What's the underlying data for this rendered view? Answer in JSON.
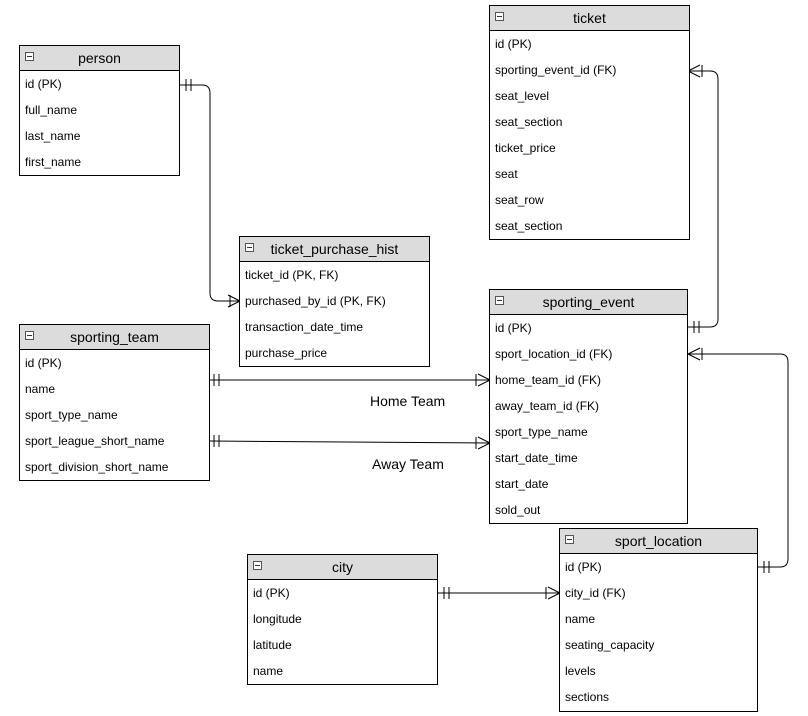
{
  "colors": {
    "header_bg": "#dcdcdc",
    "border": "#000000",
    "line": "#000000"
  },
  "icon": "collapse-minus-icon",
  "entities": {
    "person": {
      "title": "person",
      "attrs": [
        "id (PK)",
        "full_name",
        "last_name",
        "first_name"
      ]
    },
    "ticket": {
      "title": "ticket",
      "attrs": [
        "id (PK)",
        "sporting_event_id (FK)",
        "seat_level",
        "seat_section",
        "ticket_price",
        "seat",
        "seat_row",
        "seat_section"
      ]
    },
    "ticket_purchase_hist": {
      "title": "ticket_purchase_hist",
      "attrs": [
        "ticket_id (PK, FK)",
        "purchased_by_id (PK, FK)",
        "transaction_date_time",
        "purchase_price"
      ]
    },
    "sporting_team": {
      "title": "sporting_team",
      "attrs": [
        "id (PK)",
        "name",
        "sport_type_name",
        "sport_league_short_name",
        "sport_division_short_name"
      ]
    },
    "sporting_event": {
      "title": "sporting_event",
      "attrs": [
        "id (PK)",
        "sport_location_id (FK)",
        "home_team_id (FK)",
        "away_team_id (FK)",
        "sport_type_name",
        "start_date_time",
        "start_date",
        "sold_out"
      ]
    },
    "city": {
      "title": "city",
      "attrs": [
        "id (PK)",
        "longitude",
        "latitude",
        "name"
      ]
    },
    "sport_location": {
      "title": "sport_location",
      "attrs": [
        "id (PK)",
        "city_id (FK)",
        "name",
        "seating_capacity",
        "levels",
        "sections"
      ]
    }
  },
  "relationships": {
    "home_team": "Home Team",
    "away_team": "Away Team"
  }
}
